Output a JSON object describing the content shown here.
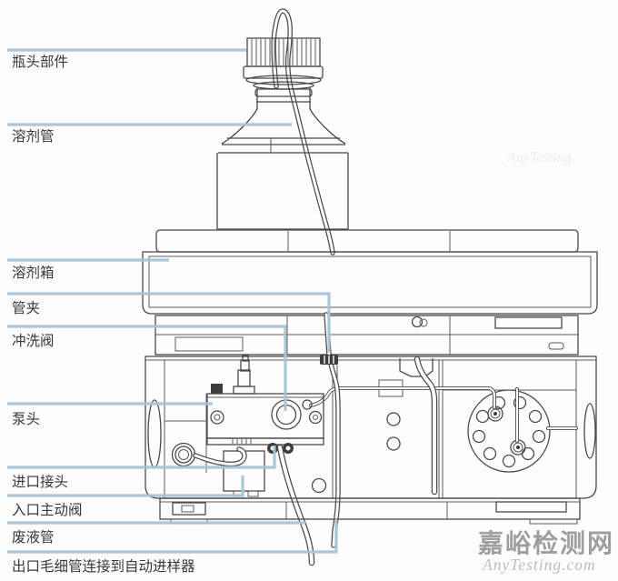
{
  "diagram": {
    "labels": [
      {
        "id": "bottle-head-assembly",
        "text": "瓶头部件"
      },
      {
        "id": "solvent-tube",
        "text": "溶剂管"
      },
      {
        "id": "solvent-tray",
        "text": "溶剂箱"
      },
      {
        "id": "tube-clamp",
        "text": "管夹"
      },
      {
        "id": "purge-valve",
        "text": "冲洗阀"
      },
      {
        "id": "pump-head",
        "text": "泵头"
      },
      {
        "id": "inlet-fitting",
        "text": "进口接头"
      },
      {
        "id": "active-inlet-valve",
        "text": "入口主动阀"
      },
      {
        "id": "waste-tube",
        "text": "废液管"
      },
      {
        "id": "outlet-capillary",
        "text": "出口毛细管连接到自动进样器"
      }
    ],
    "watermark": {
      "site_name": "嘉峪检测网",
      "site_url": "AnyTesting.com",
      "faint_top": "AnyTesting"
    },
    "colors": {
      "leader_line": "#a9c3d6",
      "drawing_line": "#4a4a4a",
      "label_text": "#383838",
      "watermark_primary": "#9e9e9e",
      "watermark_secondary": "#bdbdbd"
    }
  }
}
